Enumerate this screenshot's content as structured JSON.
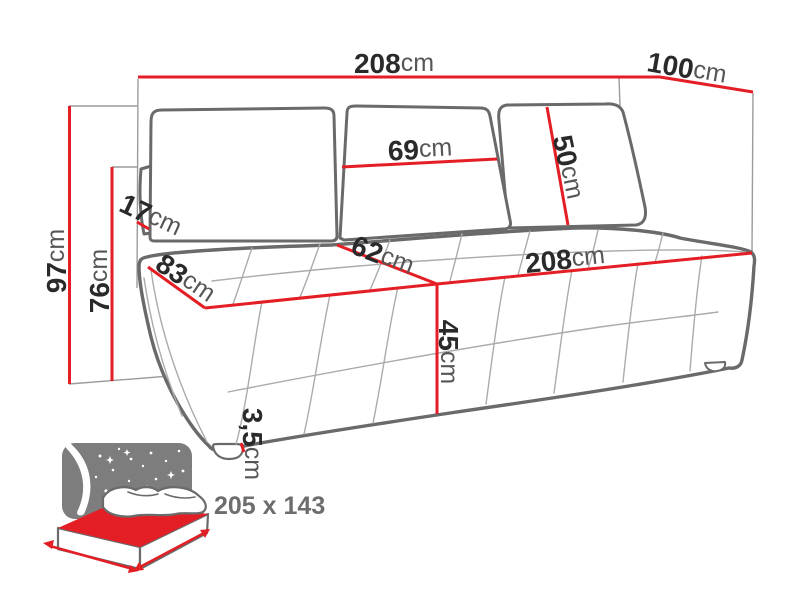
{
  "diagram": {
    "background": "#ffffff",
    "dimensions": {
      "total_width": {
        "value": "208",
        "unit": "cm"
      },
      "total_depth": {
        "value": "100",
        "unit": "cm"
      },
      "total_height": {
        "value": "97",
        "unit": "cm"
      },
      "backrest_height": {
        "value": "76",
        "unit": "cm"
      },
      "backrest_top_depth": {
        "value": "17",
        "unit": "cm"
      },
      "back_cushion_width": {
        "value": "69",
        "unit": "cm"
      },
      "back_cushion_height": {
        "value": "50",
        "unit": "cm"
      },
      "side_seat_depth": {
        "value": "83",
        "unit": "cm"
      },
      "seat_depth": {
        "value": "62",
        "unit": "cm"
      },
      "seat_width": {
        "value": "208",
        "unit": "cm"
      },
      "seat_height": {
        "value": "45",
        "unit": "cm"
      },
      "leg_height": {
        "value": "3,5",
        "unit": "cm"
      }
    },
    "sleeping_area": {
      "size_label": "205 x 143"
    },
    "colors": {
      "dimension_line_red": "#e41e25",
      "sofa_outline_gray": "#6a6a6a",
      "quilt_seam_gray": "#ababab",
      "projection_line_gray": "#9b9b9b",
      "value_text": "#2a2a2a",
      "unit_text": "#565656",
      "icon_sky_gray": "#7d7d7d",
      "icon_label_gray": "#6d6d6d"
    }
  }
}
